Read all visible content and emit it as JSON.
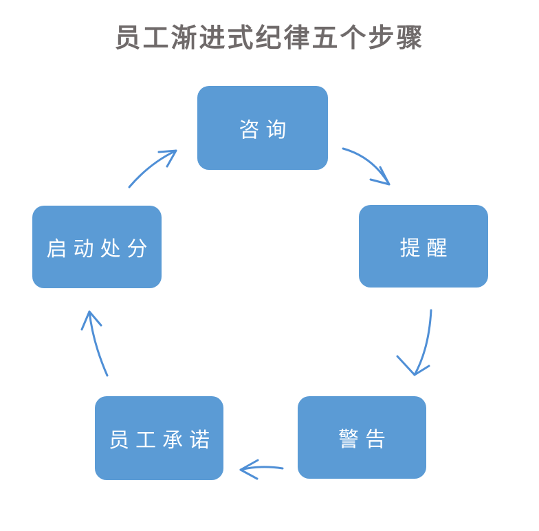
{
  "title": "员工渐进式纪律五个步骤",
  "diagram": {
    "type": "cycle-flow",
    "steps": [
      {
        "id": "consult",
        "label": "咨询",
        "position": "top"
      },
      {
        "id": "remind",
        "label": "提醒",
        "position": "right"
      },
      {
        "id": "warn",
        "label": "警告",
        "position": "bottom-right"
      },
      {
        "id": "commit",
        "label": "员工承诺",
        "position": "bottom-left"
      },
      {
        "id": "discipline",
        "label": "启动处分",
        "position": "left"
      }
    ],
    "edges": [
      {
        "from": "咨询",
        "to": "提醒"
      },
      {
        "from": "提醒",
        "to": "警告"
      },
      {
        "from": "警告",
        "to": "员工承诺"
      },
      {
        "from": "员工承诺",
        "to": "启动处分"
      },
      {
        "from": "启动处分",
        "to": "咨询"
      }
    ],
    "flow_summary": "咨询 → 提醒 → 警告 → 员工承诺 → 启动处分 → 咨询",
    "colors": {
      "box_fill": "#5b9bd5",
      "box_text": "#ffffff",
      "arrow": "#4f8fd6",
      "title_text": "#6f6a6a",
      "background": "#ffffff"
    }
  }
}
